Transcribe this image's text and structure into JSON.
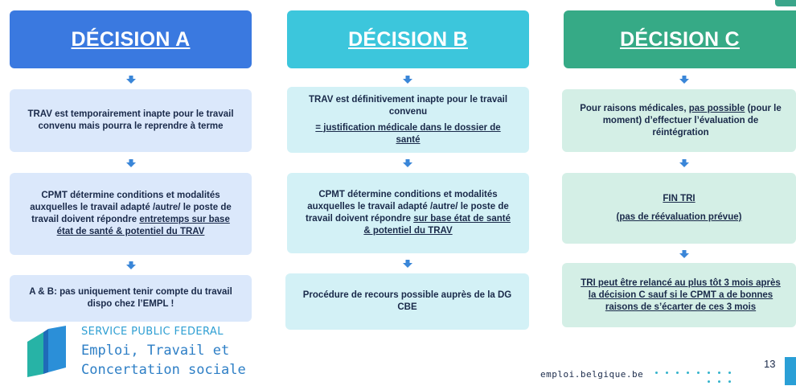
{
  "colors": {
    "col_a_header": "#3a79e0",
    "col_a_box": "#dbe8fb",
    "col_b_header": "#3cc6dc",
    "col_b_box": "#d3f1f6",
    "col_c_header": "#36aa86",
    "col_c_box": "#d4efe6",
    "arrow": "#3a86d8"
  },
  "columns": [
    {
      "header": "DÉCISION A",
      "boxes": [
        {
          "lines": [
            "TRAV est temporairement inapte pour le travail",
            "convenu mais pourra le reprendre à terme"
          ]
        },
        {
          "lines": [
            "CPMT détermine conditions et modalités",
            "auxquelles le travail adapté /autre/ le poste de",
            "travail doivent répondre ",
            "entretemps sur base",
            "état de santé & potentiel du TRAV"
          ]
        },
        {
          "lines": [
            "A & B: pas uniquement tenir compte du travail",
            "dispo chez l’EMPL !"
          ]
        }
      ]
    },
    {
      "header": "DÉCISION B",
      "boxes": [
        {
          "lines": [
            "TRAV est définitivement inapte pour le travail",
            "convenu",
            "= justification médicale dans le dossier de",
            "santé"
          ]
        },
        {
          "lines": [
            "CPMT détermine conditions et modalités",
            "auxquelles le travail adapté /autre/ le poste de",
            "travail doivent répondre ",
            "sur base état de santé",
            "& potentiel du TRAV"
          ]
        },
        {
          "lines": [
            "Procédure de recours possible auprès de la DG",
            "CBE"
          ]
        }
      ]
    },
    {
      "header": "DÉCISION C",
      "boxes": [
        {
          "lines": [
            "Pour raisons médicales, ",
            "pas possible",
            " (pour le",
            "moment) d’effectuer l’évaluation de",
            "réintégration"
          ]
        },
        {
          "lines": [
            "FIN TRI",
            "(pas de réévaluation prévue)"
          ]
        },
        {
          "lines": [
            "TRI peut être relancé au plus tôt 3 mois après",
            "la décision C sauf si le CPMT a de bonnes",
            "raisons de s’écarter de ces 3 mois"
          ]
        }
      ]
    }
  ],
  "footer": {
    "org_line1": "SERVICE PUBLIC FEDERAL",
    "org_line2": "Emploi, Travail et",
    "org_line3": "Concertation sociale",
    "website": "emploi.belgique.be",
    "page_number": "13"
  }
}
